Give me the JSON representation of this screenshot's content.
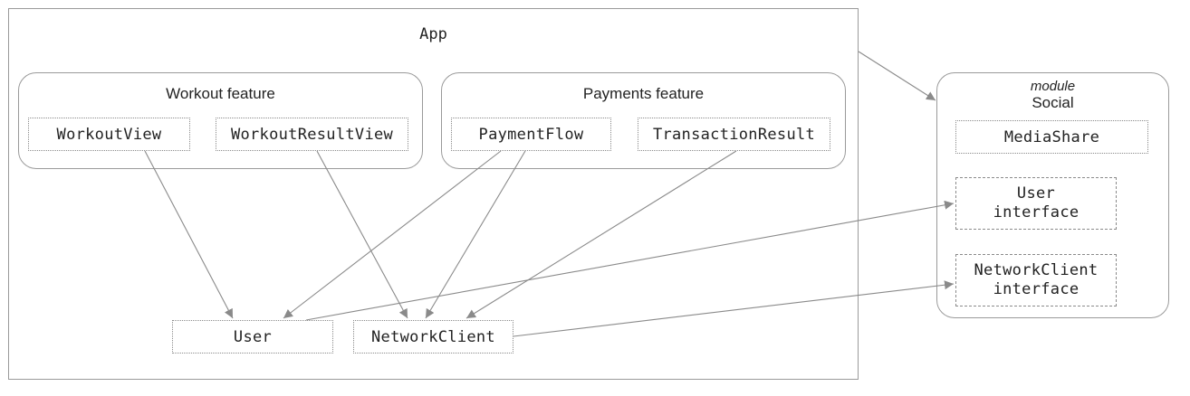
{
  "app": {
    "title": "App"
  },
  "features": [
    {
      "title": "Workout feature",
      "items": [
        "WorkoutView",
        "WorkoutResultView"
      ]
    },
    {
      "title": "Payments feature",
      "items": [
        "PaymentFlow",
        "TransactionResult"
      ]
    }
  ],
  "shared": {
    "user": "User",
    "network_client": "NetworkClient"
  },
  "module": {
    "kind": "module",
    "name": "Social",
    "media_share": "MediaShare",
    "user_interface": "User\ninterface",
    "network_client_interface": "NetworkClient\ninterface"
  },
  "colors": {
    "line": "#8a8a8a",
    "border": "#9a9a9a",
    "text": "#222222"
  }
}
